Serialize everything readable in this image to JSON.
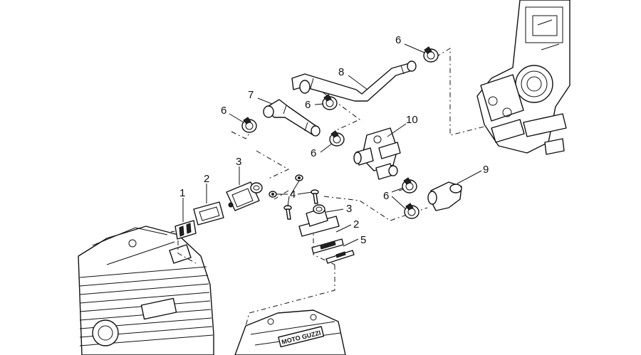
{
  "callouts": [
    {
      "id": "c1",
      "text": "1"
    },
    {
      "id": "c2a",
      "text": "2"
    },
    {
      "id": "c3a",
      "text": "3"
    },
    {
      "id": "c4",
      "text": "4"
    },
    {
      "id": "c3b",
      "text": "3"
    },
    {
      "id": "c2b",
      "text": "2"
    },
    {
      "id": "c5",
      "text": "5"
    },
    {
      "id": "c6a",
      "text": "6"
    },
    {
      "id": "c7",
      "text": "7"
    },
    {
      "id": "c6b",
      "text": "6"
    },
    {
      "id": "c8",
      "text": "8"
    },
    {
      "id": "c6c",
      "text": "6"
    },
    {
      "id": "c6d",
      "text": "6"
    },
    {
      "id": "c10",
      "text": "10"
    },
    {
      "id": "c6e",
      "text": "6"
    },
    {
      "id": "c9",
      "text": "9"
    }
  ],
  "logo_text": "MOTO GUZZI"
}
